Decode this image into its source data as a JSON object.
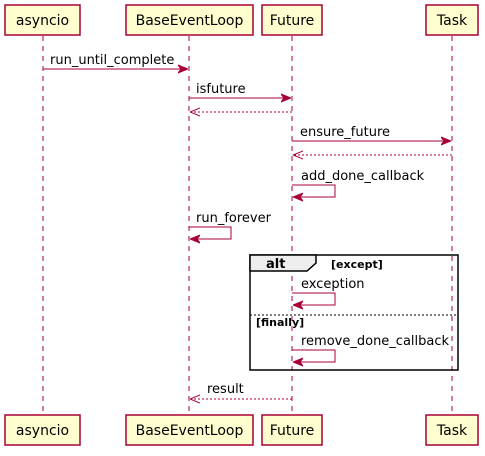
{
  "participants": {
    "asyncio": "asyncio",
    "loop": "BaseEventLoop",
    "future": "Future",
    "task": "Task"
  },
  "messages": {
    "m1": "run_until_complete",
    "m2": "isfuture",
    "m4": "ensure_future",
    "m6": "add_done_callback",
    "m7": "run_forever",
    "m8": "exception",
    "m9": "remove_done_callback",
    "m10": "result"
  },
  "alt_fragment": {
    "keyword": "alt",
    "guard1": "[except]",
    "guard2": "[finally]"
  },
  "colors": {
    "participant_fill": "#FEFECE",
    "line": "#A80036",
    "frame_tab": "#EEEEEE"
  }
}
